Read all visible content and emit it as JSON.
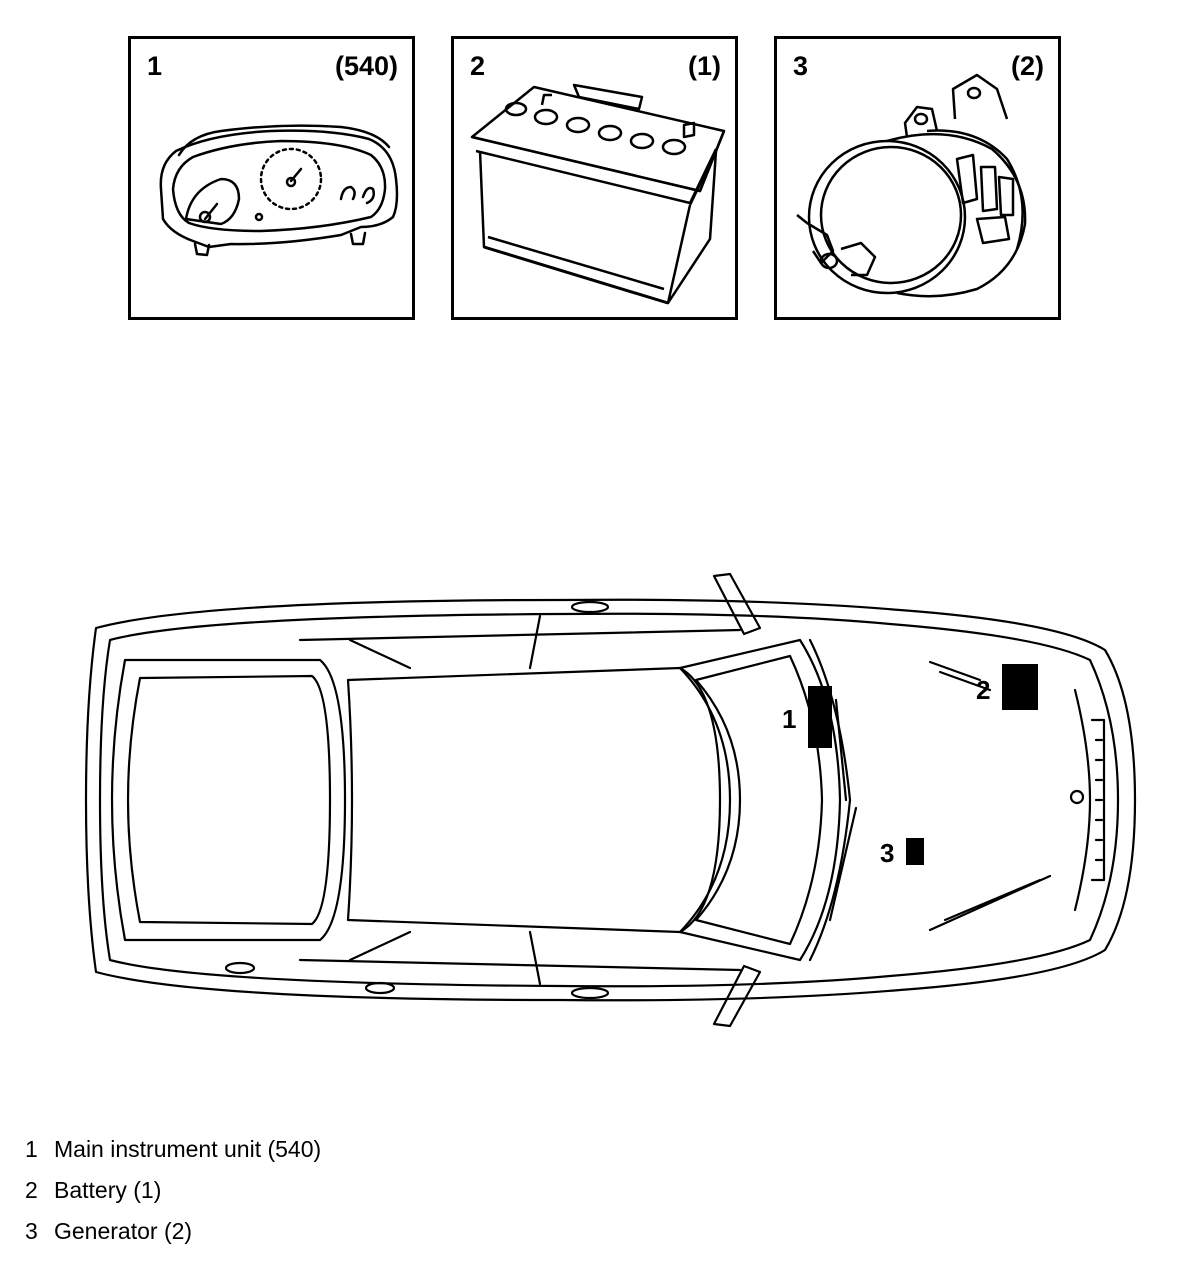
{
  "panels": [
    {
      "number": "1",
      "code": "(540)",
      "icon": "instrument-cluster-icon"
    },
    {
      "number": "2",
      "code": "(1)",
      "icon": "battery-icon"
    },
    {
      "number": "3",
      "code": "(2)",
      "icon": "generator-icon"
    }
  ],
  "callouts": [
    {
      "number": "1"
    },
    {
      "number": "2"
    },
    {
      "number": "3"
    }
  ],
  "legend": [
    {
      "number": "1",
      "label": "Main instrument unit (540)"
    },
    {
      "number": "2",
      "label": "Battery (1)"
    },
    {
      "number": "3",
      "label": "Generator (2)"
    }
  ]
}
